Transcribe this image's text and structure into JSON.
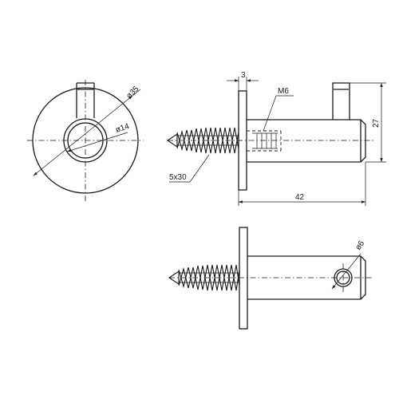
{
  "drawing": {
    "dimensions": {
      "outer_diameter": "ø35",
      "inner_diameter": "ø14",
      "screw": "5x30",
      "plate_thickness": "3",
      "thread": "M6",
      "length": "42",
      "height": "27",
      "hole_diameter": "ø6"
    },
    "colors": {
      "line": "#1a1a1a",
      "background": "#ffffff"
    }
  }
}
